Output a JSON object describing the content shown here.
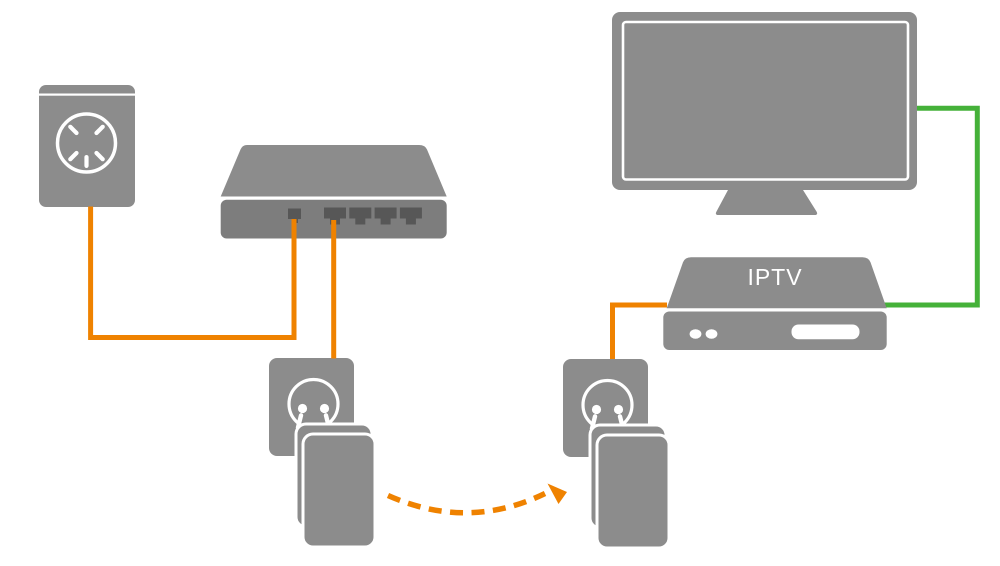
{
  "labels": {
    "iptv_box": "IPTV"
  },
  "colors": {
    "device_gray": "#8C8C8C",
    "router_front_gray": "#7D7D7D",
    "port_dark": "#575757",
    "cable_orange": "#EF8200",
    "cable_green": "#45B139",
    "outline_white": "#FFFFFF",
    "background": "#FFFFFF"
  },
  "diagram": {
    "devices": [
      {
        "id": "power-outlet",
        "kind": "wall-power-outlet"
      },
      {
        "id": "router",
        "kind": "router-with-4-lan-ports"
      },
      {
        "id": "powerline-unit-left",
        "kind": "powerline-adapter-in-wall-socket"
      },
      {
        "id": "powerline-unit-right",
        "kind": "powerline-adapter-in-wall-socket"
      },
      {
        "id": "iptv-stb",
        "kind": "set-top-box",
        "label": "IPTV"
      },
      {
        "id": "tv",
        "kind": "television"
      }
    ],
    "connections": [
      {
        "from": "power-outlet",
        "to": "router",
        "type": "power-cable",
        "color": "#EF8200"
      },
      {
        "from": "router",
        "to": "powerline-unit-left",
        "type": "ethernet-cable",
        "color": "#EF8200"
      },
      {
        "from": "powerline-unit-left",
        "to": "powerline-unit-right",
        "type": "powerline-link",
        "style": "dashed-arrow",
        "color": "#EF8200"
      },
      {
        "from": "powerline-unit-right",
        "to": "iptv-stb",
        "type": "ethernet-cable",
        "color": "#EF8200"
      },
      {
        "from": "iptv-stb",
        "to": "tv",
        "type": "video-cable",
        "color": "#45B139"
      }
    ]
  }
}
